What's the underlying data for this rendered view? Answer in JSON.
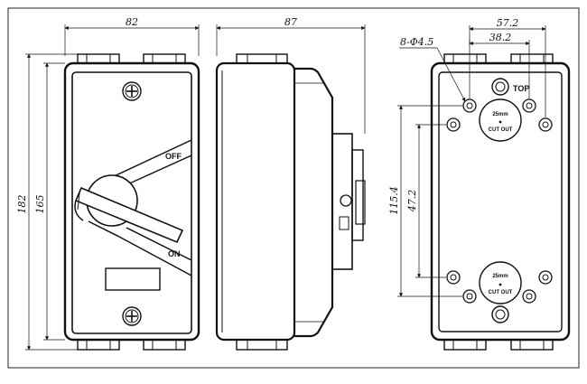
{
  "front_view": {
    "dims": {
      "width": "82",
      "height_outer": "182",
      "height_inner": "165"
    },
    "switch_labels": {
      "off": "OFF",
      "on": "ON"
    }
  },
  "side_view": {
    "dims": {
      "depth": "87"
    }
  },
  "back_view": {
    "dims": {
      "hole_spec": "8-Φ4.5",
      "outer_spacing": "57.2",
      "inner_spacing": "38.2",
      "outer_vertical": "115.4",
      "inner_vertical": "47.2"
    },
    "labels": {
      "top": "TOP",
      "knockout_size": "25mm",
      "cut_out": "CUT OUT"
    }
  }
}
